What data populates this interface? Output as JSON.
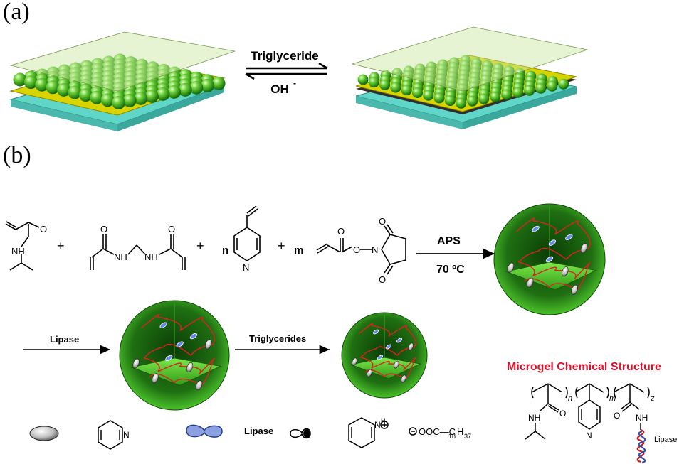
{
  "panel_a": {
    "label": "(a)",
    "arrow_top_label": "Triglyceride",
    "arrow_bottom_label": "OH",
    "arrow_bottom_superscript": "-"
  },
  "panel_b": {
    "label": "(b)",
    "plus_1": "+",
    "plus_2": "+",
    "plus_3": "+",
    "coef_n": "n",
    "coef_m": "m",
    "reagent": "APS",
    "temperature": "70 ºC",
    "step_lipase": "Lipase",
    "step_triglycerides": "Triglycerides",
    "structure_title": "Microgel Chemical Structure",
    "sub_n": "n",
    "sub_m": "m",
    "sub_z": "z",
    "atom_NH_1": "NH",
    "atom_NH_2": "NH",
    "atom_NH_3": "NH",
    "atom_NH_4": "NH",
    "atom_NH_5": "NH",
    "atom_O_1": "O",
    "atom_O_2": "O",
    "atom_O_3": "O",
    "atom_O_4": "O",
    "atom_O_5": "O",
    "atom_O_6": "O",
    "atom_O_7": "O",
    "atom_O_8": "O",
    "atom_N_1": "N",
    "atom_N_2": "N",
    "atom_N_3": "N",
    "atom_N_4": "N",
    "atom_O_9": "O",
    "lipase_chain_label": "Lipase",
    "legend_lipase": "Lipase",
    "legend_counterion_pre": "OOC—C",
    "legend_sub_18": "18",
    "legend_H": "H",
    "legend_sub_37": "37"
  },
  "colors": {
    "sphere_green": "#2e9b1e",
    "chain_red": "#e02020",
    "title_red": "#e0102a",
    "film_yellow": "#d8d400",
    "film_teal": "#5fd6c8"
  }
}
